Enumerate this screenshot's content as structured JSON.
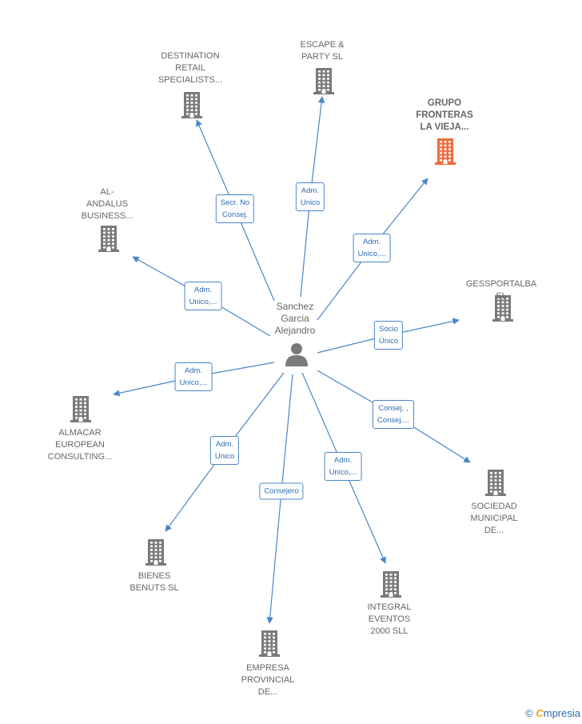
{
  "center": {
    "label": "Sanchez\nGarcia\nAlejandro",
    "icon": "person-icon"
  },
  "nodes": [
    {
      "id": "n0",
      "label": "DESTINATION\nRETAIL\nSPECIALISTS...",
      "icon": "building-icon",
      "highlight": false
    },
    {
      "id": "n1",
      "label": "ESCAPE &\nPARTY  SL",
      "icon": "building-icon",
      "highlight": false
    },
    {
      "id": "n2",
      "label": "GRUPO\nFRONTERAS\nLA VIEJA...",
      "icon": "building-icon",
      "highlight": true
    },
    {
      "id": "n3",
      "label": "AL-\nANDALUS\nBUSINESS...",
      "icon": "building-icon",
      "highlight": false
    },
    {
      "id": "n4",
      "label": "GESSPORTALBA SL",
      "icon": "building-icon",
      "highlight": false
    },
    {
      "id": "n5",
      "label": "ALMACAR\nEUROPEAN\nCONSULTING...",
      "icon": "building-icon",
      "highlight": false
    },
    {
      "id": "n6",
      "label": "SOCIEDAD\nMUNICIPAL\nDE...",
      "icon": "building-icon",
      "highlight": false
    },
    {
      "id": "n7",
      "label": "BIENES\nBENUTS  SL",
      "icon": "building-icon",
      "highlight": false
    },
    {
      "id": "n8",
      "label": "INTEGRAL\nEVENTOS\n2000 SLL",
      "icon": "building-icon",
      "highlight": false
    },
    {
      "id": "n9",
      "label": "EMPRESA\nPROVINCIAL\nDE...",
      "icon": "building-icon",
      "highlight": false
    }
  ],
  "edges": [
    {
      "to": "n0",
      "label": "Secr.  No\nConsej."
    },
    {
      "to": "n1",
      "label": "Adm.\nUnico"
    },
    {
      "to": "n2",
      "label": "Adm.\nUnico,..."
    },
    {
      "to": "n3",
      "label": "Adm.\nUnico,..."
    },
    {
      "to": "n4",
      "label": "Socio\nÚnico"
    },
    {
      "to": "n5",
      "label": "Adm.\nUnico,..."
    },
    {
      "to": "n6",
      "label": "Consej. ,\nConsej...."
    },
    {
      "to": "n7",
      "label": "Adm.\nUnico"
    },
    {
      "to": "n8",
      "label": "Adm.\nUnico,..."
    },
    {
      "to": "n9",
      "label": "Consejero"
    }
  ],
  "colors": {
    "edge": "#4a86c8",
    "building": "#7a7a7a",
    "highlight": "#f26a3b",
    "person": "#7a7a7a"
  },
  "footer": {
    "copyright": "©",
    "brand_initial": "C",
    "brand_rest": "mpresia"
  }
}
